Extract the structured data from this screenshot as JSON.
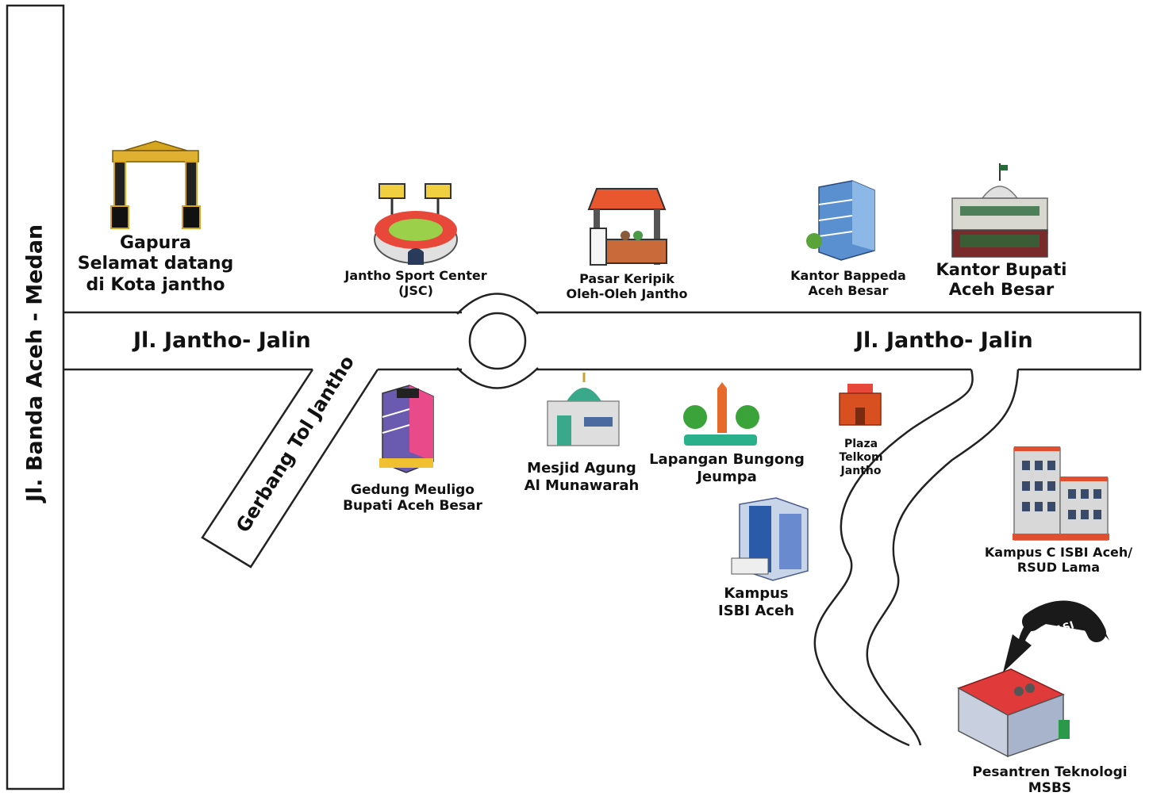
{
  "roads": {
    "vertical": "Jl. Banda Aceh - Medan",
    "left_segment": "Jl. Jantho- Jalin",
    "right_segment": "Jl. Jantho- Jalin",
    "toll": "Gerbang Tol Jantho"
  },
  "places": {
    "gapura": [
      "Gapura",
      "Selamat datang",
      "di Kota jantho"
    ],
    "jsc": [
      "Jantho Sport Center",
      "(JSC)"
    ],
    "pasar": [
      "Pasar Keripik",
      "Oleh-Oleh Jantho"
    ],
    "bappeda": [
      "Kantor Bappeda",
      "Aceh Besar"
    ],
    "bupati": [
      "Kantor Bupati",
      "Aceh Besar"
    ],
    "meuligo": [
      "Gedung Meuligo",
      "Bupati Aceh Besar"
    ],
    "mesjid": [
      "Mesjid Agung",
      "Al Munawarah"
    ],
    "lapangan": [
      "Lapangan Bungong",
      "Jeumpa"
    ],
    "plaza": [
      "Plaza",
      "Telkom",
      "Jantho"
    ],
    "isbi": [
      "Kampus",
      "ISBI Aceh"
    ],
    "kampus_c": [
      "Kampus C ISBI Aceh/",
      "RSUD Lama"
    ],
    "pesantren": [
      "Pesantren Teknologi",
      "MSBS"
    ]
  },
  "marker": {
    "label": "LOKASI"
  },
  "icons": {
    "gapura": "gate-icon",
    "jsc": "stadium-icon",
    "pasar": "market-stall-icon",
    "bappeda": "office-tower-icon",
    "bupati": "government-building-icon",
    "meuligo": "apartment-building-icon",
    "mesjid": "mosque-icon",
    "lapangan": "park-monument-icon",
    "plaza": "telkom-building-icon",
    "isbi": "campus-building-icon",
    "kampus_c": "hospital-building-icon",
    "pesantren": "school-building-icon",
    "marker": "curved-arrow-icon"
  },
  "colors": {
    "road_stroke": "#222222",
    "text": "#111111",
    "marker": "#1a1a1a",
    "gate_gold": "#d6a520",
    "stadium_red": "#e8483a",
    "roof_red": "#e03a3a"
  }
}
